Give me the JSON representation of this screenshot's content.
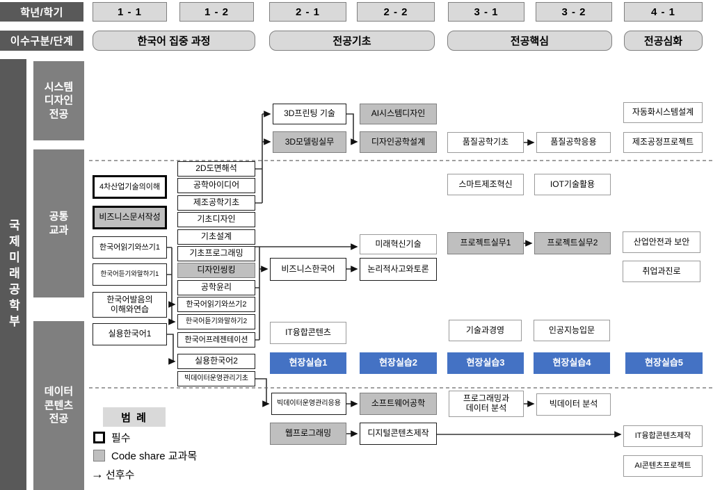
{
  "header": {
    "year_semester_label": "학년/학기",
    "stage_label": "이수구분/단계",
    "semesters": [
      "1 - 1",
      "1 - 2",
      "2 - 1",
      "2 - 2",
      "3 - 1",
      "3 - 2",
      "4 - 1"
    ],
    "stages": [
      "한국어 집중 과정",
      "전공기초",
      "전공핵심",
      "전공심화"
    ]
  },
  "sidebar": {
    "faculty": "국제미래공학부",
    "sections": [
      {
        "id": "system-design",
        "label": "시스템\n디자인\n전공"
      },
      {
        "id": "common",
        "label": "공통\n교과"
      },
      {
        "id": "data-contents",
        "label": "데이터\n콘텐츠\n전공"
      }
    ]
  },
  "courses": [
    {
      "id": "printing3d",
      "label": "3D프린팅 기술",
      "type": "dark"
    },
    {
      "id": "aisystem",
      "label": "AI시스템디자인",
      "type": "codeshare"
    },
    {
      "id": "modeling3d",
      "label": "3D모델링실무",
      "type": "codeshare"
    },
    {
      "id": "designeng",
      "label": "디자인공학설계",
      "type": "codeshare"
    },
    {
      "id": "quality1",
      "label": "품질공학기초",
      "type": "light"
    },
    {
      "id": "quality2",
      "label": "품질공학응용",
      "type": "light"
    },
    {
      "id": "autosys",
      "label": "자동화시스템설계",
      "type": "light"
    },
    {
      "id": "mfgproject",
      "label": "제조공정프로젝트",
      "type": "light"
    },
    {
      "id": "tech4th",
      "label": "4차산업기술의이해",
      "type": "required"
    },
    {
      "id": "bizdoc",
      "label": "비즈니스문서작성",
      "type": "required-codeshare"
    },
    {
      "id": "krread1",
      "label": "한국어읽기와쓰기1",
      "type": "dark"
    },
    {
      "id": "krlisten1",
      "label": "한국어듣기와말하기1",
      "type": "dark"
    },
    {
      "id": "krpron",
      "label": "한국어발음의\n이해와연습",
      "type": "dark"
    },
    {
      "id": "krprac1",
      "label": "실용한국어1",
      "type": "dark"
    },
    {
      "id": "draw2d",
      "label": "2D도면해석",
      "type": "dark"
    },
    {
      "id": "engidea",
      "label": "공학아이디어",
      "type": "dark"
    },
    {
      "id": "mfgbasic",
      "label": "제조공학기초",
      "type": "dark"
    },
    {
      "id": "basicdesign",
      "label": "기초디자인",
      "type": "dark"
    },
    {
      "id": "basicsetup",
      "label": "기초설계",
      "type": "dark"
    },
    {
      "id": "basicprog",
      "label": "기초프로그래밍",
      "type": "dark"
    },
    {
      "id": "designthink",
      "label": "디자인씽킹",
      "type": "codeshare"
    },
    {
      "id": "engethics",
      "label": "공학윤리",
      "type": "dark"
    },
    {
      "id": "krread2",
      "label": "한국어읽기와쓰기2",
      "type": "dark"
    },
    {
      "id": "krlisten2",
      "label": "한국어듣기와말하기2",
      "type": "dark"
    },
    {
      "id": "krpresent",
      "label": "한국어프레젠테이션",
      "type": "dark"
    },
    {
      "id": "krprac2",
      "label": "실용한국어2",
      "type": "dark"
    },
    {
      "id": "bigdatabasic",
      "label": "빅데이터운영관리기초",
      "type": "dark"
    },
    {
      "id": "bizkorean",
      "label": "비즈니스한국어",
      "type": "dark"
    },
    {
      "id": "futuretech",
      "label": "미래혁신기술",
      "type": "light"
    },
    {
      "id": "logic",
      "label": "논리적사고와토론",
      "type": "dark"
    },
    {
      "id": "itcontents",
      "label": "IT융합콘텐츠",
      "type": "light"
    },
    {
      "id": "smartmfg",
      "label": "스마트제조혁신",
      "type": "light"
    },
    {
      "id": "iot",
      "label": "IOT기술활용",
      "type": "light"
    },
    {
      "id": "project1",
      "label": "프로젝트실무1",
      "type": "codeshare"
    },
    {
      "id": "project2",
      "label": "프로젝트실무2",
      "type": "codeshare"
    },
    {
      "id": "techmgmt",
      "label": "기술과경영",
      "type": "light"
    },
    {
      "id": "aiintro",
      "label": "인공지능입문",
      "type": "light"
    },
    {
      "id": "safety",
      "label": "산업안전과 보안",
      "type": "light"
    },
    {
      "id": "career",
      "label": "취업과진로",
      "type": "light"
    },
    {
      "id": "field1",
      "label": "현장실습1",
      "type": "field"
    },
    {
      "id": "field2",
      "label": "현장실습2",
      "type": "field"
    },
    {
      "id": "field3",
      "label": "현장실습3",
      "type": "field"
    },
    {
      "id": "field4",
      "label": "현장실습4",
      "type": "field"
    },
    {
      "id": "field5",
      "label": "현장실습5",
      "type": "field"
    },
    {
      "id": "bigdataapp",
      "label": "빅데이터운영관리응용",
      "type": "dark"
    },
    {
      "id": "swe",
      "label": "소프트웨어공학",
      "type": "codeshare"
    },
    {
      "id": "webprog",
      "label": "웹프로그래밍",
      "type": "codeshare"
    },
    {
      "id": "digitalcontent",
      "label": "디지털콘텐츠제작",
      "type": "dark"
    },
    {
      "id": "progdata",
      "label": "프로그래밍과\n데이터 분석",
      "type": "light"
    },
    {
      "id": "bigdataanal",
      "label": "빅데이터 분석",
      "type": "light"
    },
    {
      "id": "itcontentmake",
      "label": "IT융합콘텐츠제작",
      "type": "light"
    },
    {
      "id": "aicontentproj",
      "label": "AI콘텐츠프로젝트",
      "type": "light"
    }
  ],
  "legend": {
    "title": "범 례",
    "required": "필수",
    "codeshare": "Code share 교과목",
    "prerequisite_symbol": "→",
    "prerequisite": "선후수"
  },
  "colors": {
    "header_dark": "#595959",
    "section_gray": "#7f7f7f",
    "box_light_gray": "#d9d9d9",
    "codeshare_gray": "#bfbfbf",
    "field_blue": "#4472c4"
  }
}
